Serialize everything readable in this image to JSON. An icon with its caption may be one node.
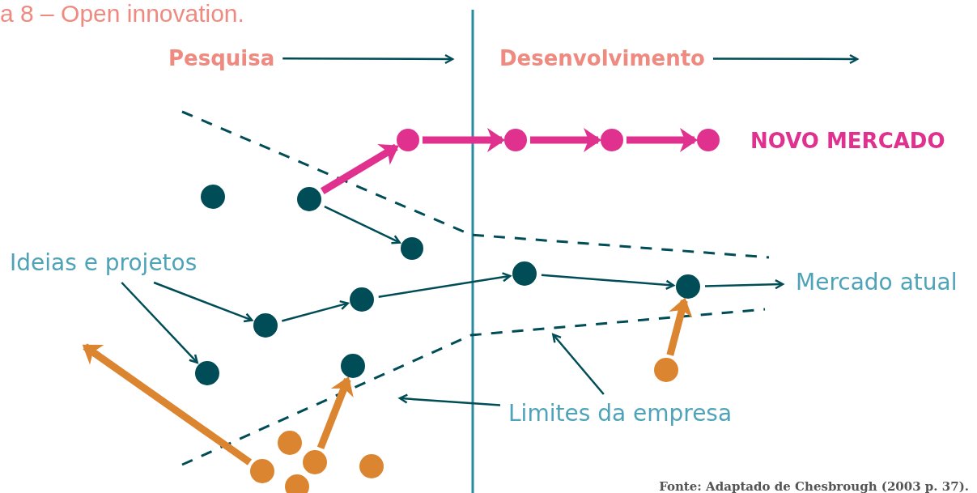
{
  "diagram": {
    "title": "a 8 – Open innovation.",
    "caption": "Fonte: Adaptado de Chesbrough (2003 p. 37).",
    "nodes": [
      {
        "text": [
          "Pesquisa"
        ]
      },
      {
        "text": [
          "Desenvolvimento"
        ]
      },
      {
        "text": [],
        "shape": "circle"
      },
      {
        "text": [],
        "shape": "circle"
      },
      {
        "text": [],
        "shape": "circle"
      },
      {
        "text": [],
        "shape": "circle"
      },
      {
        "text": [],
        "shape": "circle"
      },
      {
        "text": [],
        "shape": "circle"
      },
      {
        "text": [],
        "shape": "circle"
      },
      {
        "text": [],
        "shape": "circle"
      },
      {
        "text": [],
        "shape": "circle"
      },
      {
        "text": [],
        "shape": "circle"
      },
      {
        "text": [],
        "shape": "circle"
      },
      {
        "text": [],
        "shape": "circle"
      },
      {
        "text": [],
        "shape": "circle"
      },
      {
        "text": [
          "NOVO MERCADO"
        ]
      },
      {
        "text": [
          "Ideias e projetos"
        ]
      },
      {
        "text": [
          "Mercado atual"
        ]
      },
      {
        "text": [
          "Limites da empresa"
        ]
      },
      {
        "text": [],
        "shape": "circle"
      },
      {
        "text": [],
        "shape": "circle"
      },
      {
        "text": [],
        "shape": "circle"
      },
      {
        "text": [],
        "shape": "circle"
      },
      {
        "text": [],
        "shape": "circle"
      },
      {
        "text": [],
        "shape": "circle"
      }
    ],
    "edges": [
      {
        "from": 0,
        "to": null,
        "arrow": "to"
      },
      {
        "from": 1,
        "to": null,
        "arrow": "to"
      },
      {
        "from": 3,
        "to": 11,
        "arrow": "to",
        "style": "thick",
        "color": "#e0318f"
      },
      {
        "from": 11,
        "to": 12,
        "arrow": "to",
        "style": "thick",
        "color": "#e0318f"
      },
      {
        "from": 12,
        "to": 13,
        "arrow": "to",
        "style": "thick",
        "color": "#e0318f"
      },
      {
        "from": 13,
        "to": 14,
        "arrow": "to",
        "style": "thick",
        "color": "#e0318f"
      },
      {
        "from": 3,
        "to": 4,
        "arrow": "to"
      },
      {
        "from": 16,
        "to": 5,
        "arrow": "to"
      },
      {
        "from": 16,
        "to": 9,
        "arrow": "to"
      },
      {
        "from": 5,
        "to": 6,
        "arrow": "to"
      },
      {
        "from": 6,
        "to": 7,
        "arrow": "to"
      },
      {
        "from": 7,
        "to": 8,
        "arrow": "to"
      },
      {
        "from": 8,
        "to": 17,
        "arrow": "to"
      },
      {
        "from": 21,
        "to": 10,
        "arrow": "to",
        "style": "thick",
        "color": "#dc8530"
      },
      {
        "from": 20,
        "to": null,
        "arrow": "to",
        "style": "thick",
        "color": "#dc8530"
      },
      {
        "from": 24,
        "to": 8,
        "arrow": "to",
        "style": "thick",
        "color": "#dc8530"
      },
      {
        "from": 18,
        "to": null,
        "arrow": "to"
      },
      {
        "from": 18,
        "to": null,
        "arrow": "to"
      }
    ]
  }
}
